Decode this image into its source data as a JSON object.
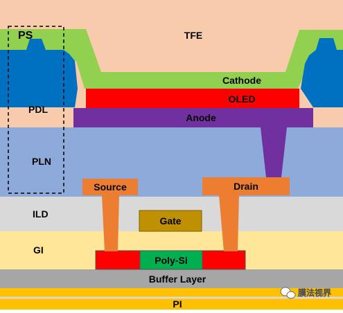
{
  "diagram": {
    "labels": {
      "tfe": "TFE",
      "ps": "PS",
      "cathode": "Cathode",
      "oled": "OLED",
      "anode": "Anode",
      "pdl": "PDL",
      "pln": "PLN",
      "source": "Source",
      "drain": "Drain",
      "ild": "ILD",
      "gate": "Gate",
      "gi": "GI",
      "poly_si": "Poly-Si",
      "buffer": "Buffer Layer",
      "pi": "PI"
    },
    "watermark": "膜法视界",
    "colors": {
      "tfe": "#f8cbad",
      "cathode": "#92d050",
      "oled": "#ff0000",
      "anode": "#7030a0",
      "pdl": "#0070c0",
      "pln": "#8eaadb",
      "ild": "#d9d9d9",
      "gi": "#ffe699",
      "metal": "#ed7d31",
      "gate": "#bf9000",
      "poly_si": "#00b050",
      "buffer": "#a6a6a6",
      "pi": "#ffc000"
    }
  }
}
